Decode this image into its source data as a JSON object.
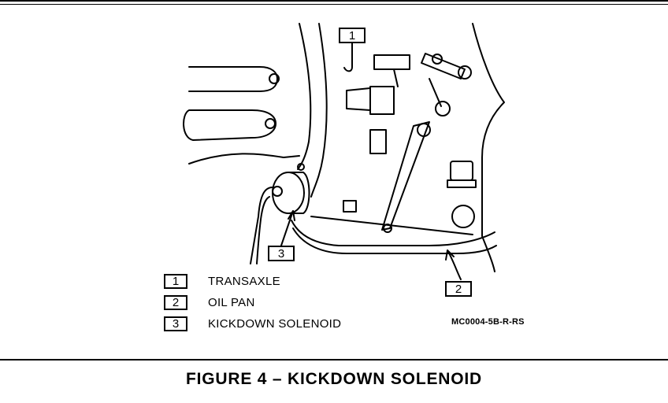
{
  "legend": [
    {
      "number": "1",
      "label": "TRANSAXLE"
    },
    {
      "number": "2",
      "label": "OIL PAN"
    },
    {
      "number": "3",
      "label": "KICKDOWN SOLENOID"
    }
  ],
  "callouts": {
    "c1": "1",
    "c2": "2",
    "c3": "3"
  },
  "reference_code": "MC0004-5B-R-RS",
  "caption": "FIGURE 4 – KICKDOWN SOLENOID"
}
